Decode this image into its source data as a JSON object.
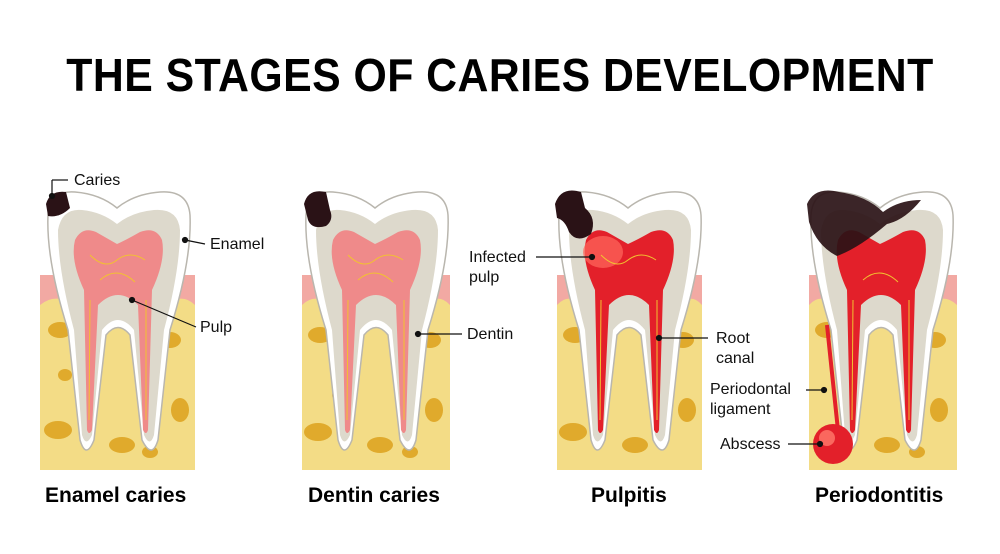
{
  "title": "THE STAGES OF CARIES DEVELOPMENT",
  "colors": {
    "bone": "#f3dc86",
    "bone_spots": "#e0aa2c",
    "gum": "#f2a9a3",
    "enamel": "#ffffff",
    "dentin": "#ddd9cc",
    "pulp": "#ef8a8a",
    "infected_pulp": "#e3202a",
    "decay": "#2a1216"
  },
  "stages": [
    {
      "caption": "Enamel caries"
    },
    {
      "caption": "Dentin caries"
    },
    {
      "caption": "Pulpitis"
    },
    {
      "caption": "Periodontitis"
    }
  ],
  "labels": {
    "caries": "Caries",
    "enamel": "Enamel",
    "pulp": "Pulp",
    "dentin": "Dentin",
    "infected_pulp_1": "Infected",
    "infected_pulp_2": "pulp",
    "root_canal_1": "Root",
    "root_canal_2": "canal",
    "periodontal_1": "Periodontal",
    "periodontal_2": "ligament",
    "abscess": "Abscess"
  }
}
